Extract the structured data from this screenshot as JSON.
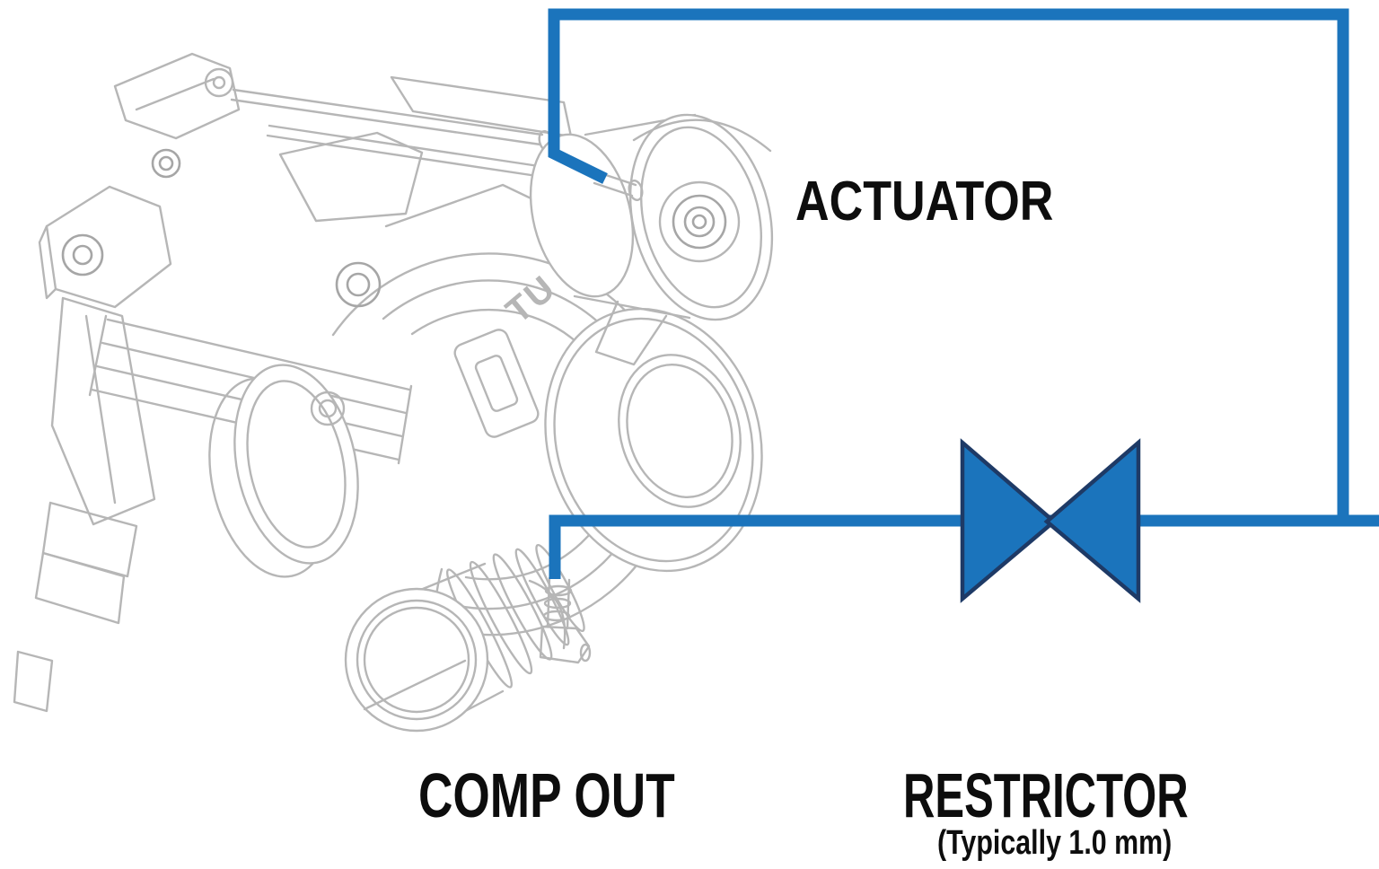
{
  "title": "Turbocharger boost-control plumbing diagram",
  "labels": {
    "actuator": "ACTUATOR",
    "comp_out": "COMP OUT",
    "restrictor": "RESTRICTOR",
    "restrictor_note": "(Typically 1.0 mm)"
  },
  "sketch": {
    "cast_text": "TU"
  },
  "icons": {
    "restrictor_valve": "bowtie-valve-icon",
    "turbo_drawing": "turbocharger-line-drawing"
  },
  "colors": {
    "pipe": "#1b74bc",
    "valve_fill": "#1b74bc",
    "valve_outline": "#1e3a66",
    "sketch": "#b6b6b6",
    "sketch_dark": "#a6a6a6",
    "text": "#0d0d0d",
    "background": "#ffffff"
  }
}
